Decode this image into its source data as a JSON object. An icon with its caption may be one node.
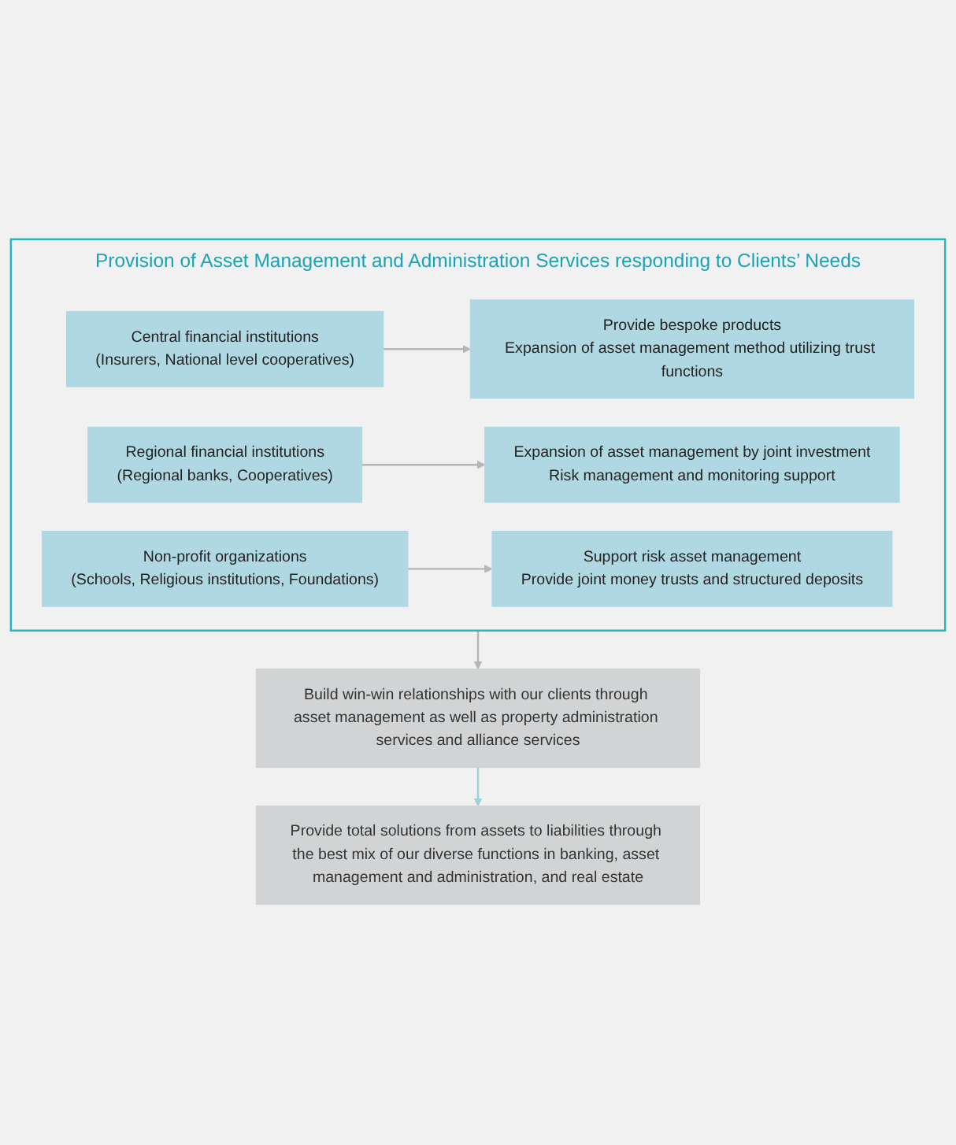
{
  "diagram": {
    "nodes": [
      {
        "text": [
          "Provision of Asset Management and Administration Services responding to Clients’ Needs"
        ]
      },
      {
        "text": [
          "Central financial institutions",
          "(Insurers, National level cooperatives)"
        ],
        "in": 0
      },
      {
        "text": [
          "Provide bespoke products",
          "Expansion of asset management method utilizing trust functions"
        ],
        "in": 0
      },
      {
        "text": [
          "Regional financial institutions",
          "(Regional banks, Cooperatives)"
        ],
        "in": 0
      },
      {
        "text": [
          "Expansion of asset management by joint investment",
          "Risk management and monitoring support"
        ],
        "in": 0
      },
      {
        "text": [
          "Non-profit organizations",
          "(Schools, Religious institutions, Foundations)"
        ],
        "in": 0
      },
      {
        "text": [
          "Support risk asset management",
          "Provide joint money trusts and structured deposits"
        ],
        "in": 0
      },
      {
        "text": [
          "Build win-win relationships with our clients through asset management as well as property administration services and alliance services"
        ]
      },
      {
        "text": [
          "Provide total solutions from assets to liabilities through the best mix of our diverse functions in banking, asset management and administration, and real estate"
        ]
      }
    ],
    "edges": [
      {
        "from": 1,
        "to": 2,
        "arrow": "to"
      },
      {
        "from": 3,
        "to": 4,
        "arrow": "to"
      },
      {
        "from": 5,
        "to": 6,
        "arrow": "to"
      },
      {
        "from": 0,
        "to": 7,
        "arrow": "to"
      },
      {
        "from": 7,
        "to": 8,
        "arrow": "to",
        "color": "#9fd0dc"
      }
    ]
  }
}
